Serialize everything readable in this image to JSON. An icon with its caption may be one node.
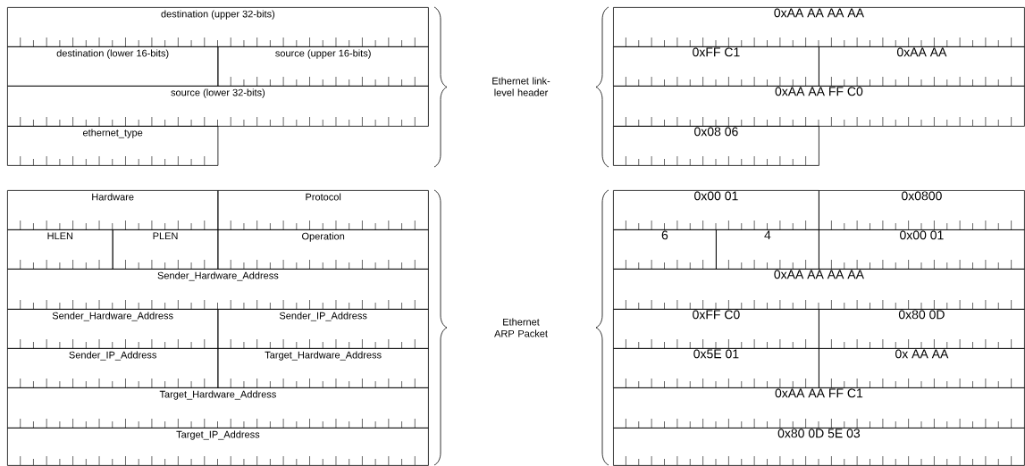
{
  "diagram": {
    "nodes": [
      {
        "text": [
          "destination (upper 32-bits)"
        ]
      },
      {
        "text": [
          "destination (lower 16-bits)"
        ]
      },
      {
        "text": [
          "source (upper 16-bits)"
        ]
      },
      {
        "text": [
          "source (lower 32-bits)"
        ]
      },
      {
        "text": [
          "ethernet_type"
        ]
      },
      {
        "text": [
          "0xAA AA AA AA"
        ]
      },
      {
        "text": [
          "0xFF C1"
        ]
      },
      {
        "text": [
          "0xAA AA"
        ]
      },
      {
        "text": [
          "0xAA AA FF C0"
        ]
      },
      {
        "text": [
          "0x08 06"
        ]
      },
      {
        "text": [
          "Hardware"
        ]
      },
      {
        "text": [
          "Protocol"
        ]
      },
      {
        "text": [
          "HLEN"
        ]
      },
      {
        "text": [
          "PLEN"
        ]
      },
      {
        "text": [
          "Operation"
        ]
      },
      {
        "text": [
          "Sender_Hardware_Address"
        ]
      },
      {
        "text": [
          "Sender_Hardware_Address"
        ]
      },
      {
        "text": [
          "Sender_IP_Address"
        ]
      },
      {
        "text": [
          "Sender_IP_Address"
        ]
      },
      {
        "text": [
          "Target_Hardware_Address"
        ]
      },
      {
        "text": [
          "Target_Hardware_Address"
        ]
      },
      {
        "text": [
          "Target_IP_Address"
        ]
      },
      {
        "text": [
          "0x00 01"
        ]
      },
      {
        "text": [
          "0x0800"
        ]
      },
      {
        "text": [
          "6"
        ]
      },
      {
        "text": [
          "4"
        ]
      },
      {
        "text": [
          "0x00 01"
        ]
      },
      {
        "text": [
          "0xAA AA AA AA"
        ]
      },
      {
        "text": [
          "0xFF C0"
        ]
      },
      {
        "text": [
          "0x80 0D"
        ]
      },
      {
        "text": [
          "0x5E 01"
        ]
      },
      {
        "text": [
          "0x AA AA"
        ]
      },
      {
        "text": [
          "0xAA AA FF C1"
        ]
      },
      {
        "text": [
          "0x80 0D 5E 03"
        ]
      }
    ],
    "labels": [
      "Ethernet link-level header",
      "Ethernet ARP Packet"
    ]
  }
}
